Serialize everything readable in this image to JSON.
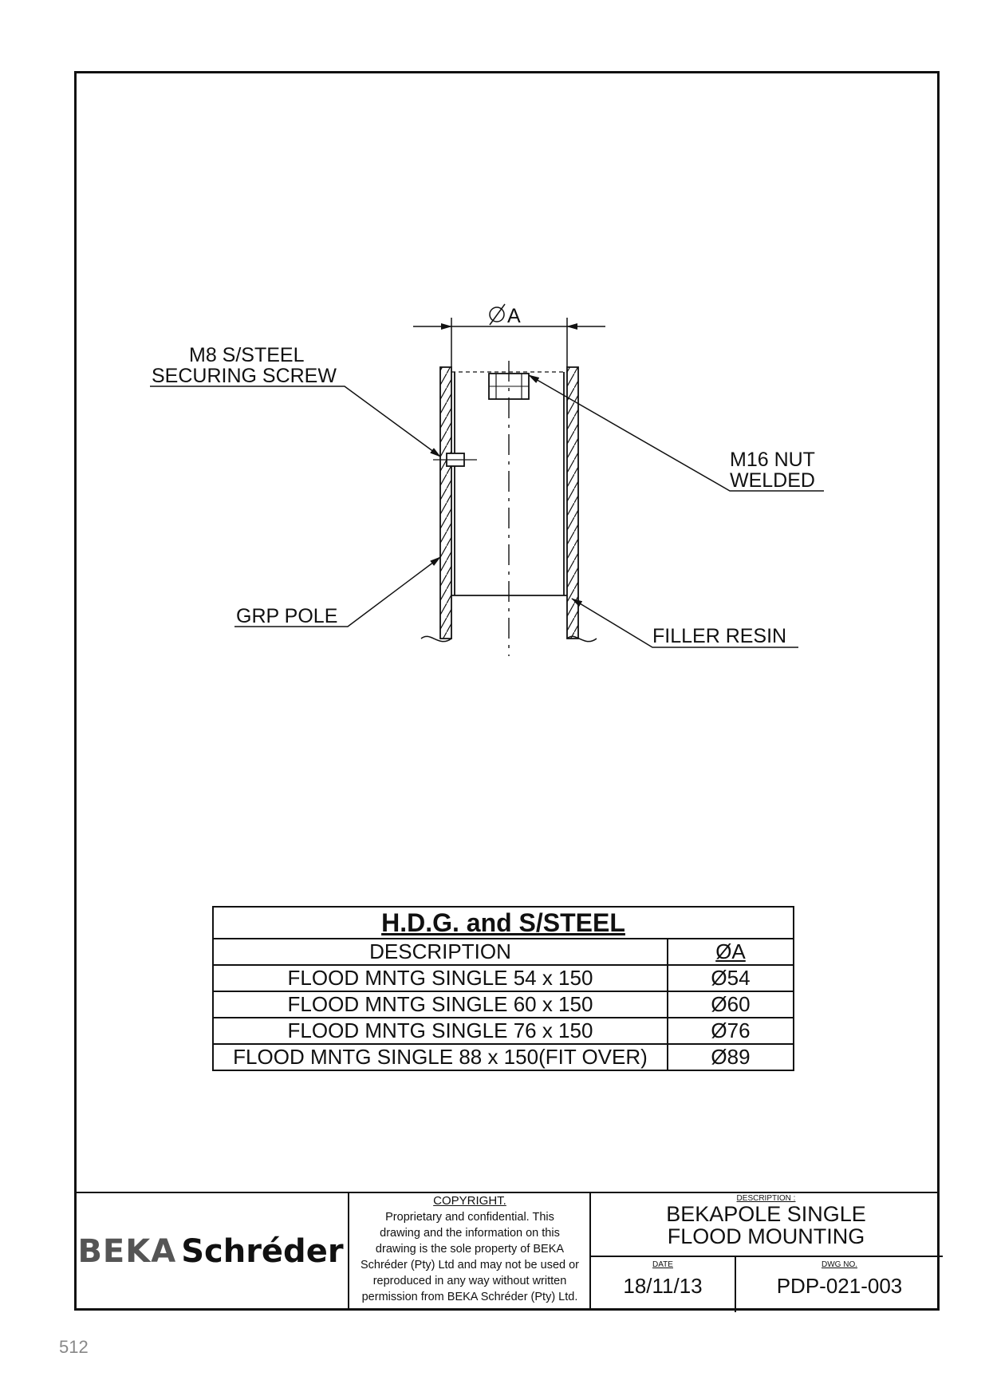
{
  "drawing": {
    "dim_label": "A",
    "labels": {
      "screw_line1": "M8 S/STEEL",
      "screw_line2": "SECURING SCREW",
      "nut_line1": "M16 NUT",
      "nut_line2": "WELDED",
      "grp_pole": "GRP POLE",
      "filler_resin": "FILLER RESIN"
    }
  },
  "spec_table": {
    "title": "H.D.G. and S/STEEL",
    "header_description": "DESCRIPTION",
    "header_diameter": "ØA",
    "rows": [
      {
        "description": "FLOOD MNTG SINGLE 54 x 150",
        "diameter": "Ø54"
      },
      {
        "description": "FLOOD MNTG SINGLE 60 x 150",
        "diameter": "Ø60"
      },
      {
        "description": "FLOOD MNTG SINGLE 76 x 150",
        "diameter": "Ø76"
      },
      {
        "description": "FLOOD MNTG SINGLE 88 x 150(FIT OVER)",
        "diameter": "Ø89"
      }
    ]
  },
  "title_block": {
    "logo_part1": "BEKA",
    "logo_part2": "Schréder",
    "copyright_heading": "COPYRIGHT.",
    "copyright_lines": [
      "Proprietary and confidential. This",
      "drawing and the information on this",
      "drawing is the sole property of BEKA",
      "Schréder (Pty) Ltd and may not be used or",
      "reproduced in any way without written",
      "permission from BEKA Schréder (Pty) Ltd."
    ],
    "description_label": "DESCRIPTION :",
    "description_line1": "BEKAPOLE SINGLE",
    "description_line2": "FLOOD MOUNTING",
    "date_label": "DATE",
    "date_value": "18/11/13",
    "dwg_label": "DWG NO.",
    "dwg_value": "PDP-021-003"
  },
  "page_number": "512"
}
